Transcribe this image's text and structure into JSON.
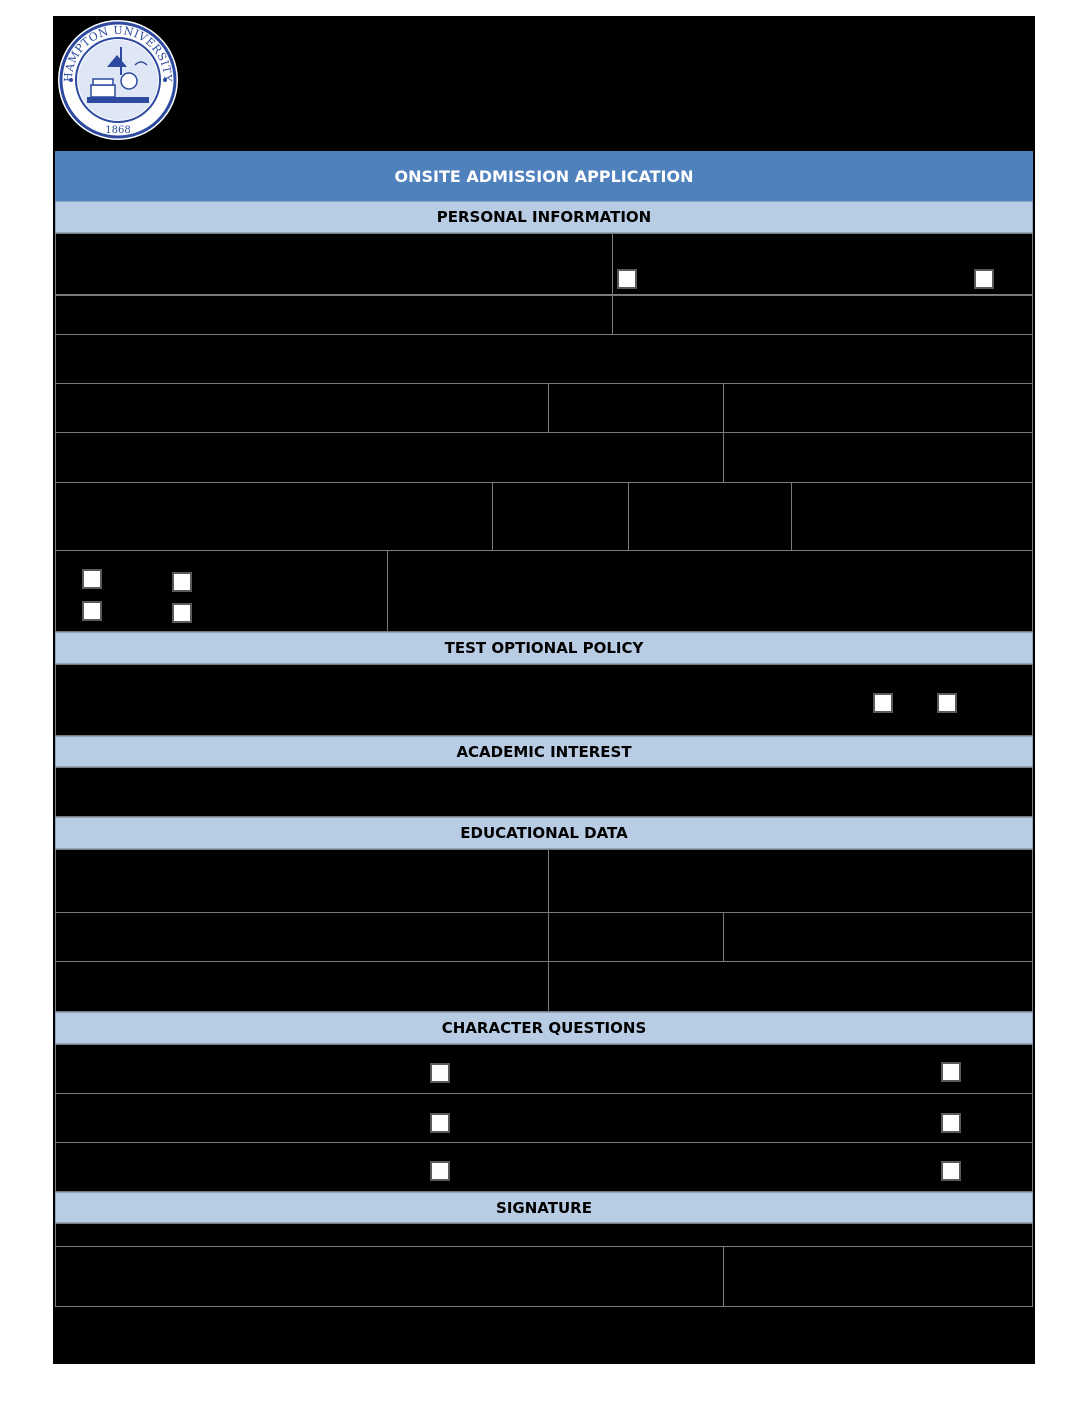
{
  "header": {
    "seal_text_top": "HAMPTON UNIVERSITY",
    "seal_year": "1868",
    "form_title": "ONSITE ADMISSION APPLICATION"
  },
  "sections": {
    "personal": "PERSONAL INFORMATION",
    "test_optional": "TEST OPTIONAL POLICY",
    "academic": "ACADEMIC INTEREST",
    "educational": "EDUCATIONAL DATA",
    "character": "CHARACTER QUESTIONS",
    "signature": "SIGNATURE"
  },
  "colors": {
    "title_band": "#4f81bd",
    "section_band": "#b8cce4",
    "seal_blue": "#2d4aa0"
  }
}
